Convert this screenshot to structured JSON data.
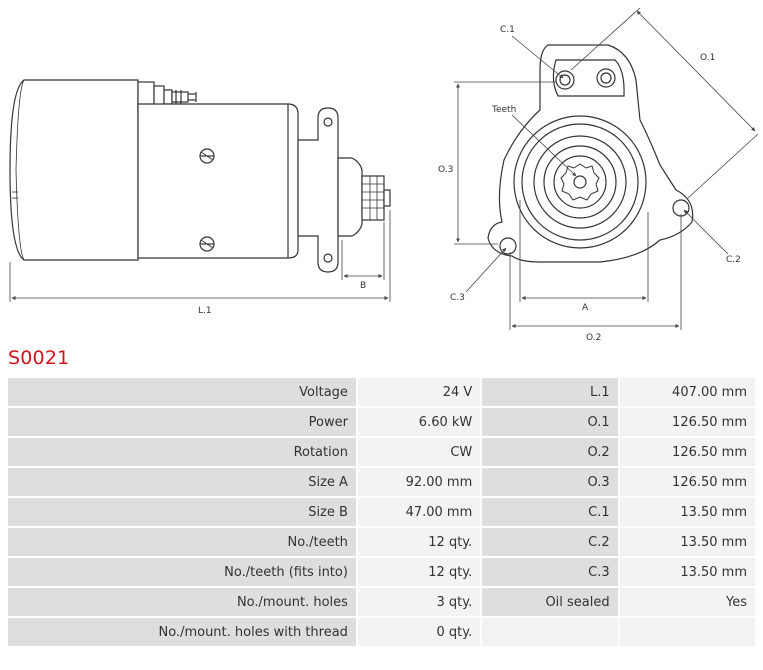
{
  "product_code": "S0021",
  "diagram": {
    "labels": {
      "l1": "L.1",
      "b": "B",
      "c1": "C.1",
      "o1": "O.1",
      "teeth": "Teeth",
      "o3": "O.3",
      "c2": "C.2",
      "c3": "C.3",
      "a": "A",
      "o2": "O.2"
    }
  },
  "specs": [
    {
      "label": "Voltage",
      "value": "24 V",
      "label2": "L.1",
      "value2": "407.00 mm"
    },
    {
      "label": "Power",
      "value": "6.60 kW",
      "label2": "O.1",
      "value2": "126.50 mm"
    },
    {
      "label": "Rotation",
      "value": "CW",
      "label2": "O.2",
      "value2": "126.50 mm"
    },
    {
      "label": "Size A",
      "value": "92.00 mm",
      "label2": "O.3",
      "value2": "126.50 mm"
    },
    {
      "label": "Size B",
      "value": "47.00 mm",
      "label2": "C.1",
      "value2": "13.50 mm"
    },
    {
      "label": "No./teeth",
      "value": "12 qty.",
      "label2": "C.2",
      "value2": "13.50 mm"
    },
    {
      "label": "No./teeth (fits into)",
      "value": "12 qty.",
      "label2": "C.3",
      "value2": "13.50 mm"
    },
    {
      "label": "No./mount. holes",
      "value": "3 qty.",
      "label2": "Oil sealed",
      "value2": "Yes"
    },
    {
      "label": "No./mount. holes with thread",
      "value": "0 qty.",
      "label2": "",
      "value2": ""
    }
  ]
}
